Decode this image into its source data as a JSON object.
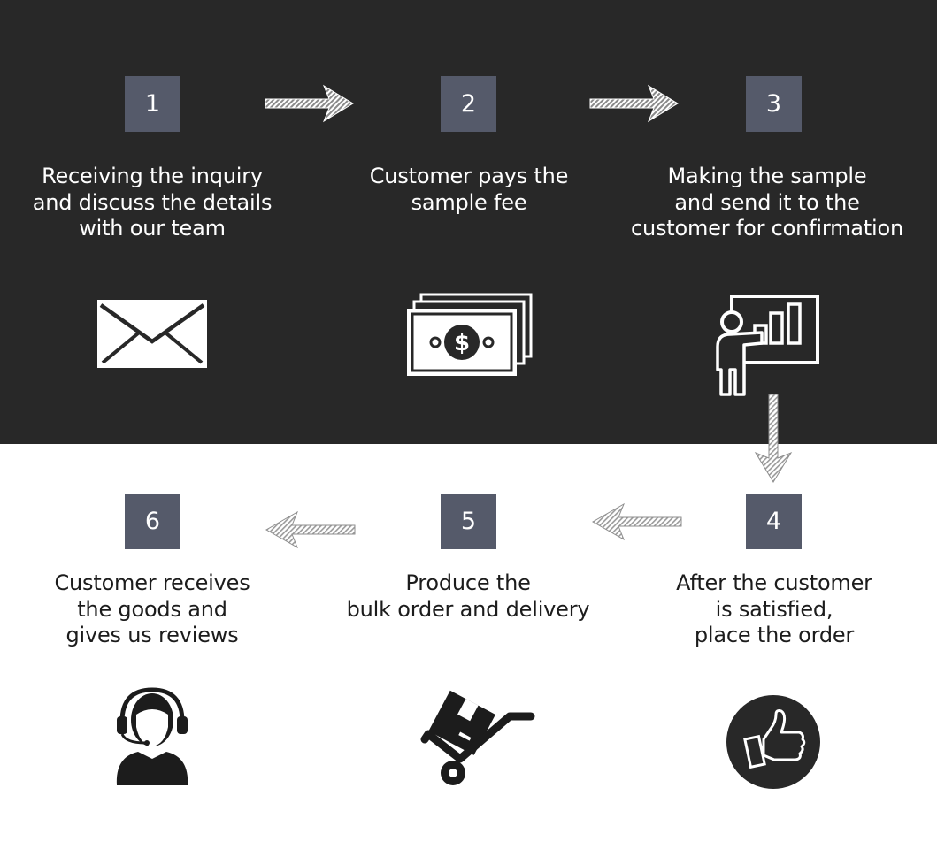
{
  "steps": [
    {
      "number": "1",
      "caption": "Receiving the inquiry\nand discuss the details\nwith our team",
      "icon": "envelope-icon"
    },
    {
      "number": "2",
      "caption": "Customer pays the\nsample fee",
      "icon": "money-icon"
    },
    {
      "number": "3",
      "caption": "Making the sample\nand send it to the\ncustomer for confirmation",
      "icon": "presentation-icon"
    },
    {
      "number": "4",
      "caption": "After the customer\nis satisfied,\nplace the order",
      "icon": "thumbs-up-icon"
    },
    {
      "number": "5",
      "caption": "Produce the\nbulk order and delivery",
      "icon": "hand-truck-icon"
    },
    {
      "number": "6",
      "caption": "Customer receives\nthe goods and\ngives us reviews",
      "icon": "headset-agent-icon"
    }
  ],
  "colors": {
    "top_background": "#282828",
    "bottom_background": "#ffffff",
    "number_box": "#555a6a",
    "top_text": "#ffffff",
    "bottom_text": "#1c1c1c"
  }
}
